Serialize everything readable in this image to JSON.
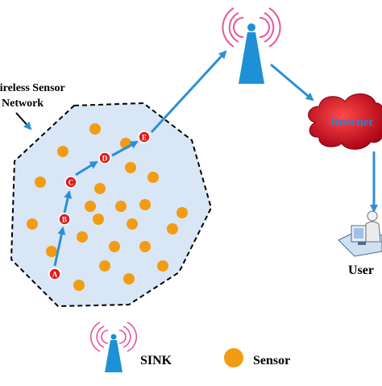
{
  "diagram": {
    "region_label_line1": "Wireless Sensor",
    "region_label_line2": "Network",
    "cloud_label": "Internet",
    "user_label": "User",
    "legend": {
      "sink_label": "SINK",
      "sensor_label": "Sensor"
    },
    "path_nodes": [
      "A",
      "B",
      "C",
      "D",
      "E"
    ],
    "colors": {
      "region_fill": "#d8e6f6",
      "region_stroke": "#000000",
      "sensor": "#f39c12",
      "path_node": "#e01b1b",
      "arrow": "#2c8fd6",
      "cloud": "#c8001a",
      "cloud_label": "#2b7fd0",
      "tower": "#1e90d6",
      "signal": "#e8559a"
    },
    "icons": [
      "sink-tower-icon",
      "sensor-dot-icon",
      "cloud-icon",
      "user-computer-icon"
    ]
  }
}
